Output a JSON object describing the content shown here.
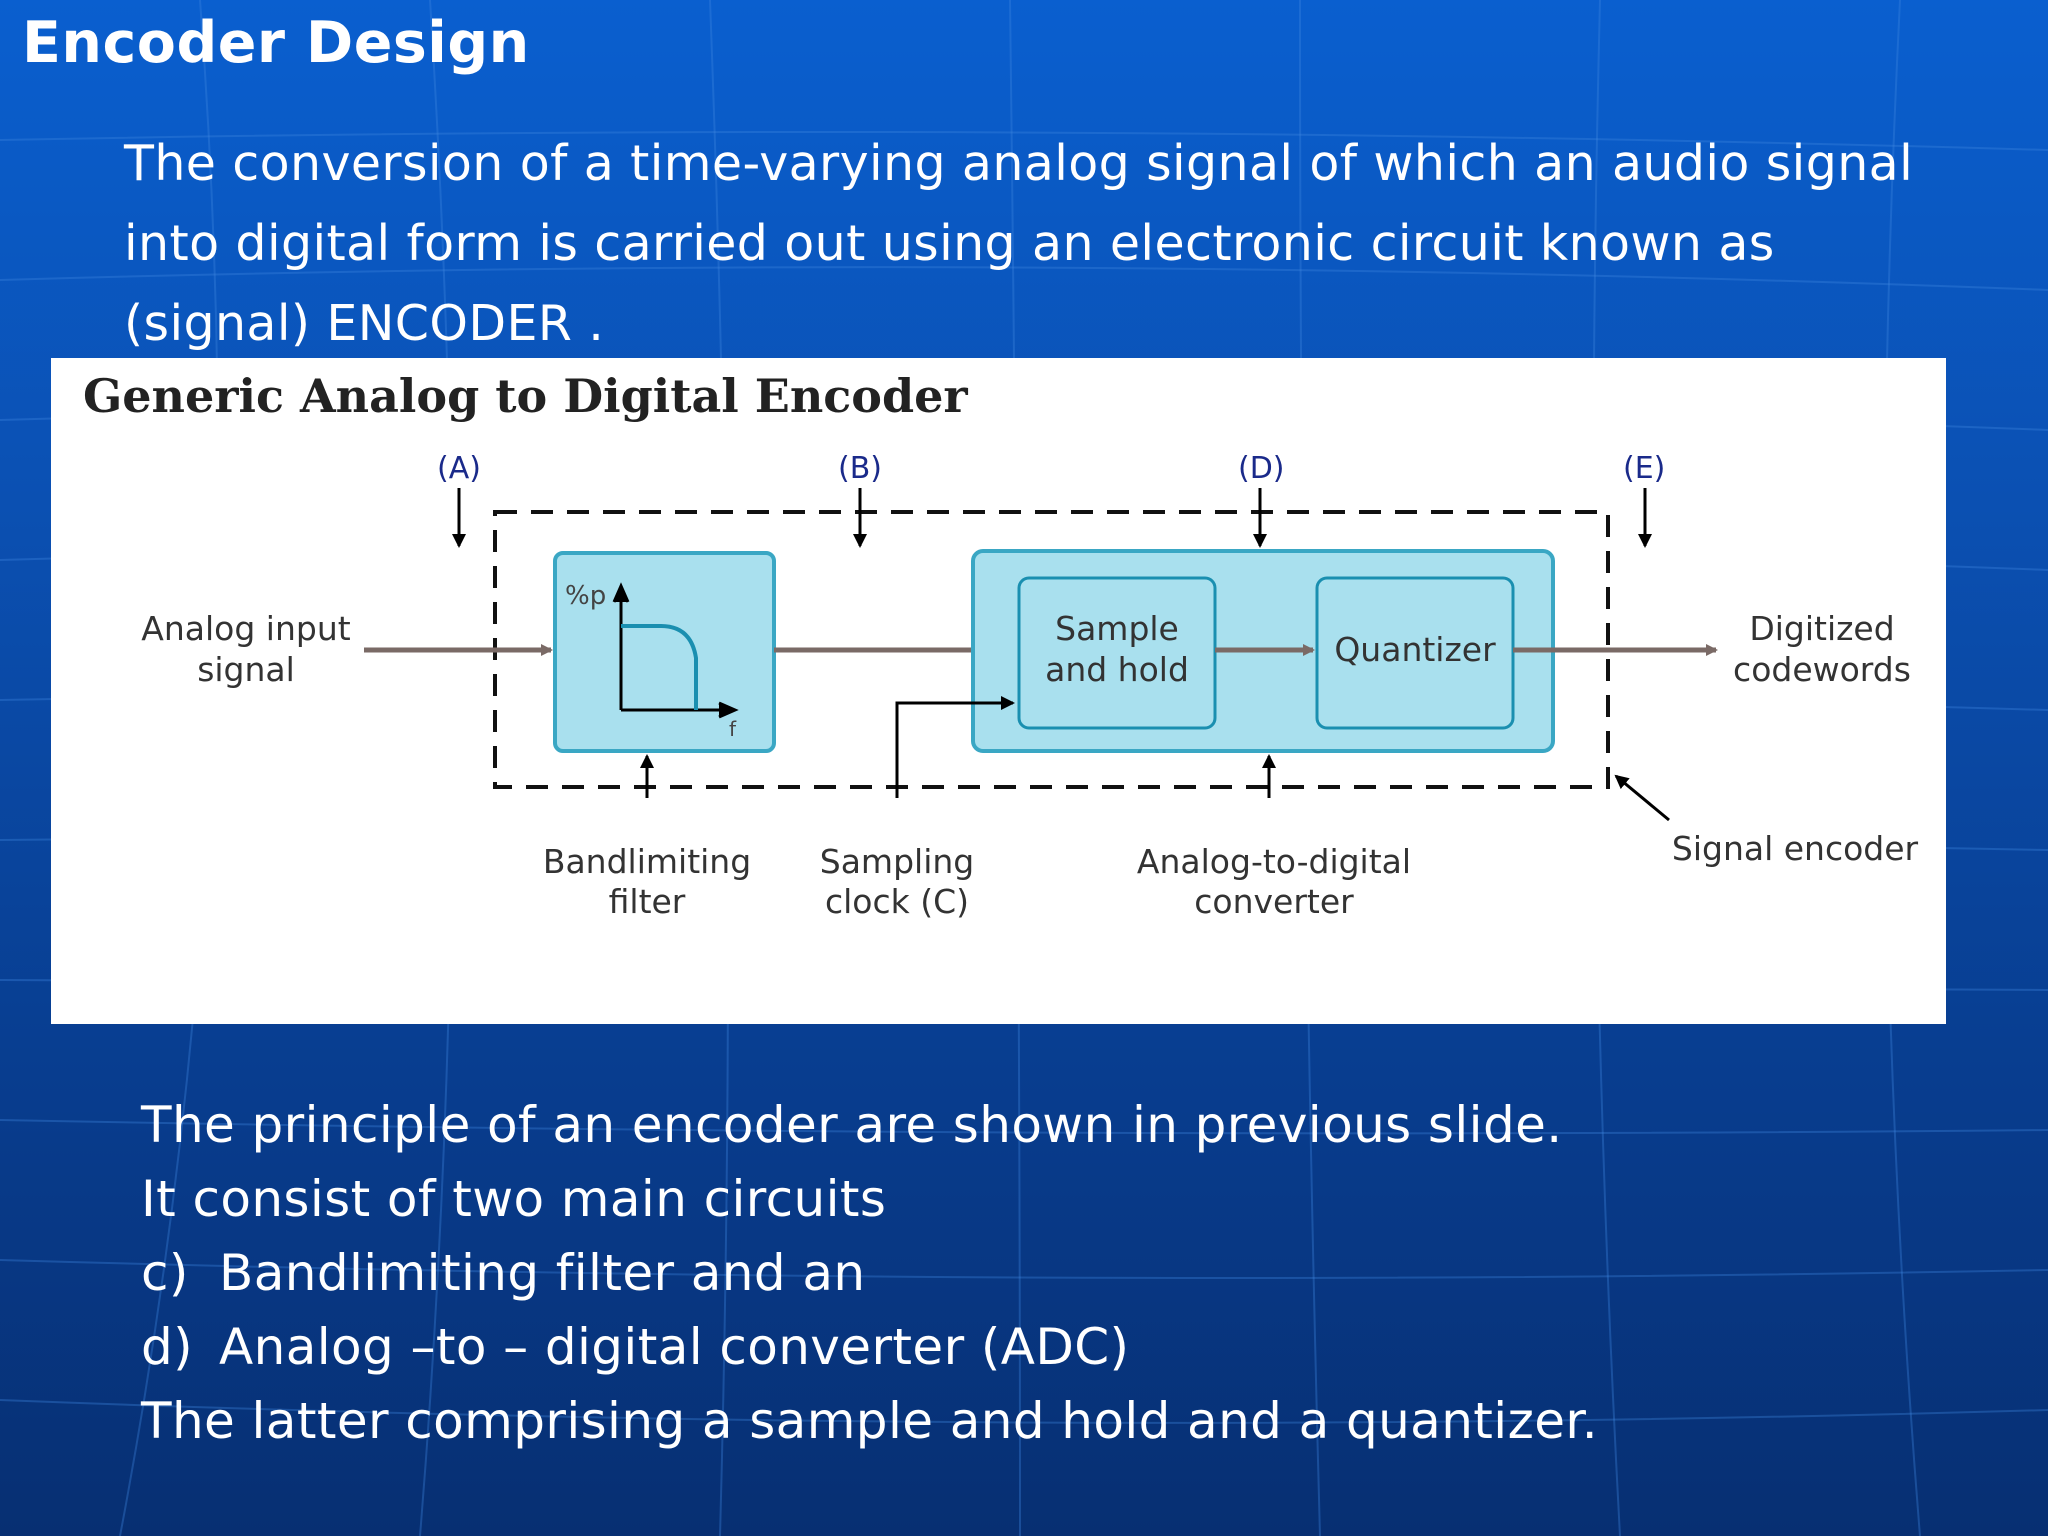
{
  "slide": {
    "title": "Encoder Design",
    "intro_lines": [
      "The conversion of a time-varying analog signal of which an audio signal",
      "into digital form is carried out using an electronic circuit known as",
      "(signal) ENCODER ."
    ]
  },
  "diagram": {
    "title": "Generic Analog to Digital Encoder",
    "point_labels": [
      "(A)",
      "(B)",
      "(D)",
      "(E)"
    ],
    "input_label": [
      "Analog input",
      "signal"
    ],
    "filter_axis_y": "%p",
    "filter_axis_x": "f",
    "sample_hold_label": [
      "Sample",
      "and hold"
    ],
    "quantizer_label": "Quantizer",
    "output_label": [
      "Digitized",
      "codewords"
    ],
    "bandlimiting_label": [
      "Bandlimiting",
      "filter"
    ],
    "sampling_clock_label": [
      "Sampling",
      "clock (C)"
    ],
    "adc_label": [
      "Analog-to-digital",
      "converter"
    ],
    "signal_encoder_label": "Signal encoder"
  },
  "bottom": {
    "line1": "The principle of an encoder are shown in previous slide.",
    "line2": "It consist of two main circuits",
    "item_c_marker": "c)",
    "item_c_text": "Bandlimiting filter and an",
    "item_d_marker": "d)",
    "item_d_text": "Analog –to – digital converter  (ADC)",
    "line5": "The latter comprising a sample and hold and a quantizer."
  },
  "colors": {
    "background": "#0b4fb0",
    "block_fill": "#a9e0ee",
    "block_stroke": "#3aa7c4",
    "signal_arrow": "#7a6a66"
  }
}
